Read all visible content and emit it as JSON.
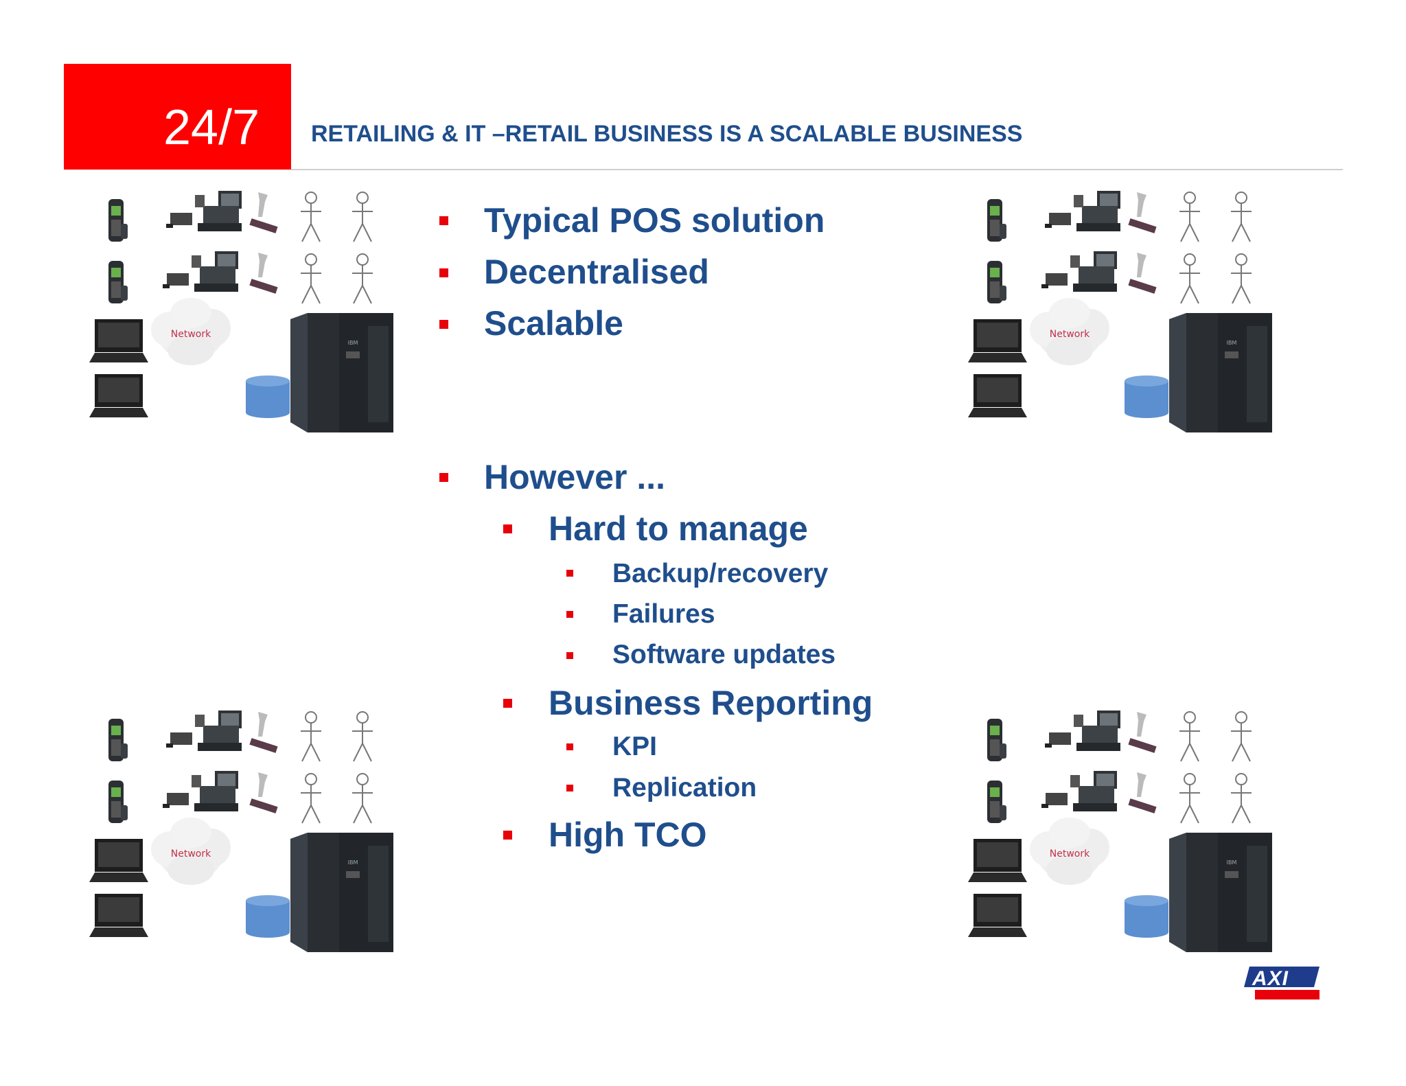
{
  "header": {
    "number": "24/7",
    "title": "RETAILING & IT –RETAIL BUSINESS IS A SCALABLE BUSINESS"
  },
  "bullets": {
    "typical_pos": "Typical POS solution",
    "decentralised": "Decentralised",
    "scalable": "Scalable",
    "however": "However ...",
    "hard_to_manage": "Hard to manage",
    "backup": "Backup/recovery",
    "failures": "Failures",
    "software_updates": "Software updates",
    "business_reporting": "Business Reporting",
    "kpi": "KPI",
    "replication": "Replication",
    "high_tco": "High TCO"
  },
  "diagram": {
    "network_label": "Network",
    "server_brand": "IBM"
  },
  "logo": {
    "text": "AXI",
    "colors": {
      "primary": "#1f3c8c",
      "accent": "#e8000b"
    }
  },
  "colors": {
    "accent_red": "#ff0000",
    "bullet_red": "#e8000b",
    "text_blue": "#1f4e8c"
  }
}
